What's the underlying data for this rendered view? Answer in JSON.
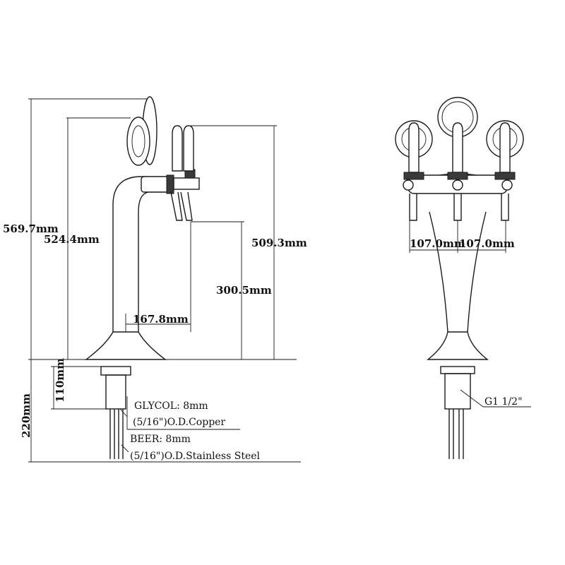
{
  "dimensions": {
    "total_height": "569.7mm",
    "tower_height": "524.4mm",
    "spout_height": "509.3mm",
    "under_spout": "300.5mm",
    "spout_reach": "167.8mm",
    "faucet_spacing_left": "107.0mm",
    "faucet_spacing_right": "107.0mm",
    "shank_length": "110mm",
    "line_length": "220mm"
  },
  "notes": {
    "glycol_line1": "GLYCOL: 8mm",
    "glycol_line2": "(5/16\")O.D.Copper",
    "beer_line1": "BEER: 8mm",
    "beer_line2": "(5/16\")O.D.Stainless Steel",
    "thread": "G1 1/2\""
  }
}
